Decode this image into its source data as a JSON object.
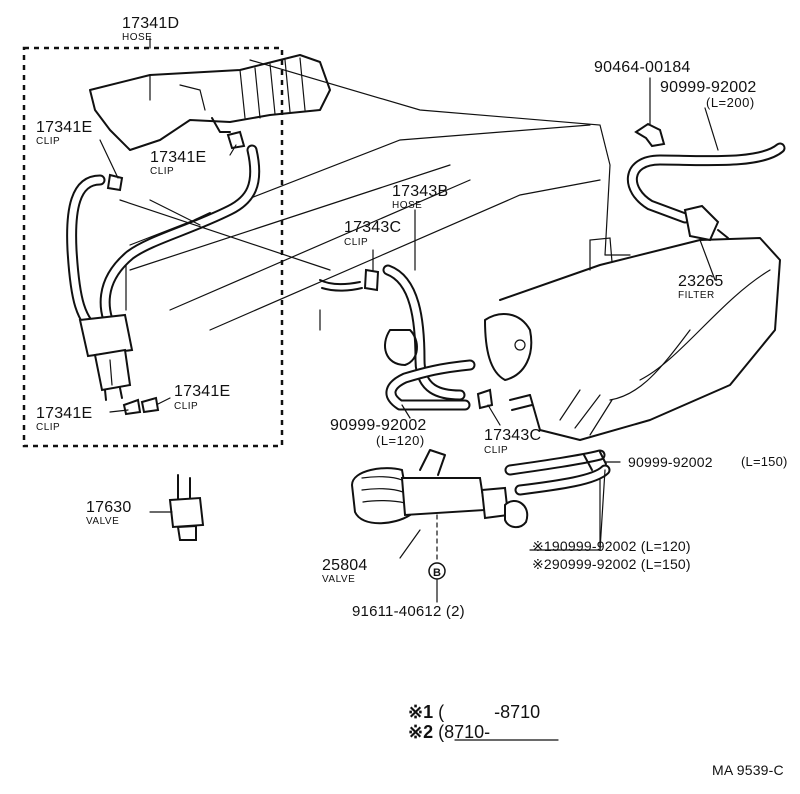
{
  "callouts": {
    "hose_17341d": {
      "part": "17341D",
      "name": "HOSE"
    },
    "clip_17341e_top": {
      "part": "17341E",
      "name": "CLIP"
    },
    "clip_17341e_mid": {
      "part": "17341E",
      "name": "CLIP"
    },
    "clip_17341e_bl": {
      "part": "17341E",
      "name": "CLIP"
    },
    "clip_17341e_br": {
      "part": "17341E",
      "name": "CLIP"
    },
    "valve_17630": {
      "part": "17630",
      "name": "VALVE"
    },
    "clamp_90464": {
      "part": "90464-00184"
    },
    "hose_90999_l200": {
      "part": "90999-92002",
      "spec": "(L=200)"
    },
    "hose_17343b": {
      "part": "17343B",
      "name": "HOSE"
    },
    "clip_17343c_top": {
      "part": "17343C",
      "name": "CLIP"
    },
    "filter_23265": {
      "part": "23265",
      "name": "FILTER"
    },
    "hose_90999_l120": {
      "part": "90999-92002",
      "spec": "(L=120)"
    },
    "clip_17343c_bot": {
      "part": "17343C",
      "name": "CLIP"
    },
    "hose_90999_l150": {
      "part": "90999-92002",
      "spec": "(L=150)"
    },
    "note_l120": {
      "text": "※190999-92002 (L=120)"
    },
    "note_l150": {
      "text": "※290999-92002 (L=150)"
    },
    "valve_25804": {
      "part": "25804",
      "name": "VALVE"
    },
    "bolt_91611": {
      "part": "91611-40612 (2)"
    },
    "marker_b": {
      "text": "B"
    }
  },
  "legend": {
    "row1": {
      "mark": "※1",
      "paren": "(",
      "range": "          -8710"
    },
    "row2": {
      "mark": "※2",
      "paren": "(",
      "range": "8710-          "
    }
  },
  "figure_code": "MA 9539-C"
}
